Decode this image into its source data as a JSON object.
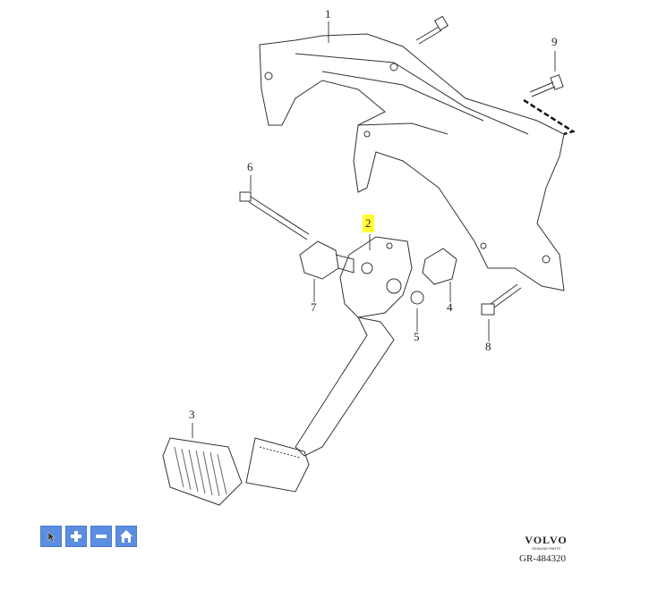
{
  "diagram": {
    "callouts": [
      {
        "id": "1",
        "label": "1"
      },
      {
        "id": "2",
        "label": "2",
        "highlighted": true
      },
      {
        "id": "3",
        "label": "3"
      },
      {
        "id": "4",
        "label": "4"
      },
      {
        "id": "5",
        "label": "5"
      },
      {
        "id": "6",
        "label": "6"
      },
      {
        "id": "7",
        "label": "7"
      },
      {
        "id": "8",
        "label": "8"
      },
      {
        "id": "9",
        "label": "9"
      }
    ],
    "highlight_color": "#ffff33"
  },
  "toolbar": {
    "buttons": [
      {
        "name": "select",
        "icon": "cursor-icon"
      },
      {
        "name": "zoom-in",
        "icon": "plus-icon"
      },
      {
        "name": "zoom-out",
        "icon": "minus-icon"
      },
      {
        "name": "home",
        "icon": "home-icon"
      }
    ],
    "color": "#5b8ee0"
  },
  "branding": {
    "brand": "VOLVO",
    "subtitle": "GENUINE PARTS",
    "diagram_code": "GR-484320"
  }
}
